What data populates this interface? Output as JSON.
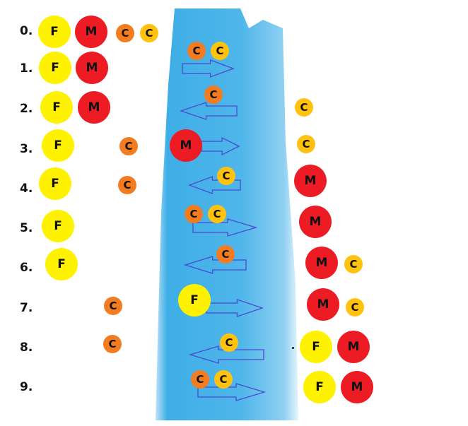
{
  "row_labels": [
    "0.",
    "1.",
    "2.",
    "3.",
    "4.",
    "5.",
    "6.",
    "7.",
    "8.",
    "9."
  ],
  "pieces": {
    "F": {
      "label": "F",
      "color": "#fff200"
    },
    "M": {
      "label": "M",
      "color": "#ed1c24"
    },
    "C1": {
      "label": "C",
      "color": "#f47c20"
    },
    "C2": {
      "label": "C",
      "color": "#ffc20e"
    }
  },
  "colors": {
    "river": "#2aa4e3",
    "arrow": "#4a4ad0"
  }
}
